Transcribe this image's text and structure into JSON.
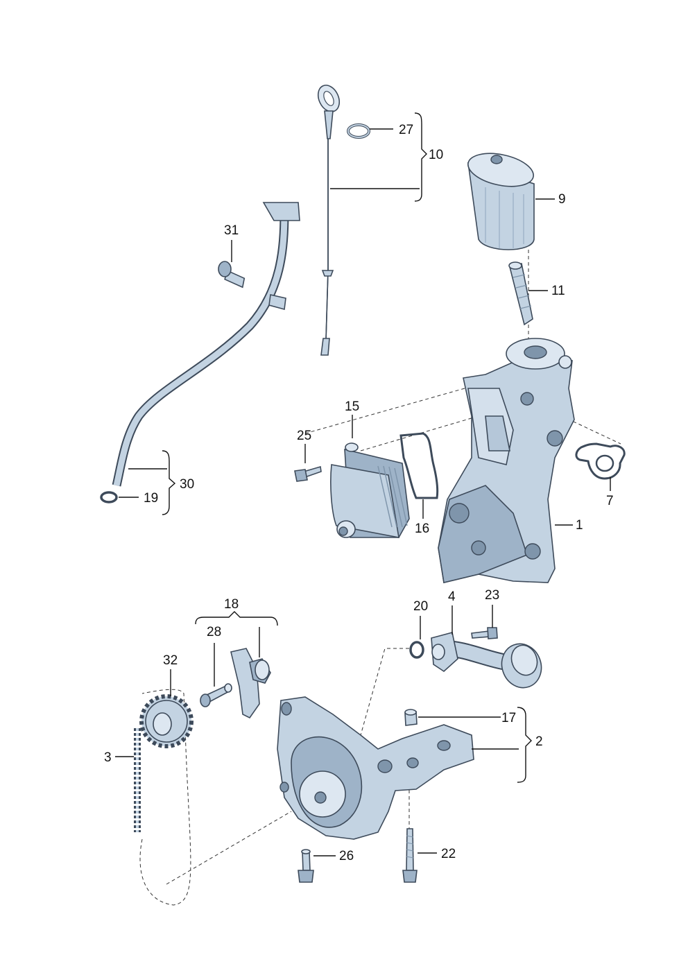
{
  "callouts": {
    "c1": "1",
    "c2": "2",
    "c3": "3",
    "c4": "4",
    "c7": "7",
    "c9": "9",
    "c10": "10",
    "c11": "11",
    "c15": "15",
    "c16": "16",
    "c17": "17",
    "c18": "18",
    "c19": "19",
    "c20": "20",
    "c22": "22",
    "c23": "23",
    "c25": "25",
    "c26": "26",
    "c27": "27",
    "c28": "28",
    "c30": "30",
    "c31": "31",
    "c32": "32"
  },
  "colors": {
    "part_fill": "#c3d3e2",
    "part_shadow": "#9eb3c8",
    "part_highlight": "#dde7f1",
    "outline": "#3d4a5a",
    "leader_line": "#111111"
  }
}
